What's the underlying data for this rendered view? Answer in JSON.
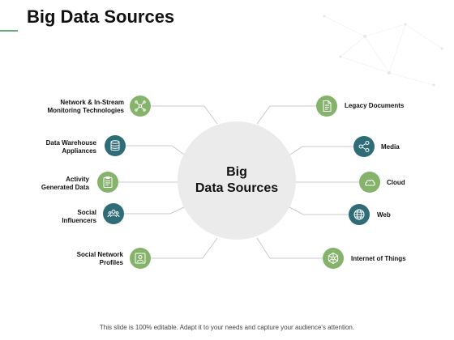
{
  "slide": {
    "title": "Big Data Sources",
    "footer": "This slide is 100% editable. Adapt it to your needs and capture your audience's attention."
  },
  "hub": {
    "label": "Big\nData Sources"
  },
  "left_items": [
    {
      "label": "Network & In-Stream\nMonitoring Technologies",
      "icon": "network-icon"
    },
    {
      "label": "Data Warehouse\nAppliances",
      "icon": "database-icon"
    },
    {
      "label": "Activity\nGenerated Data",
      "icon": "clipboard-icon"
    },
    {
      "label": "Social\nInfluencers",
      "icon": "people-icon"
    },
    {
      "label": "Social Network\nProfiles",
      "icon": "profile-icon"
    }
  ],
  "right_items": [
    {
      "label": "Legacy Documents",
      "icon": "document-icon"
    },
    {
      "label": "Media",
      "icon": "share-icon"
    },
    {
      "label": "Cloud",
      "icon": "cloud-icon"
    },
    {
      "label": "Web",
      "icon": "globe-icon"
    },
    {
      "label": "Internet of Things",
      "icon": "iot-icon"
    }
  ],
  "colors": {
    "green": "#86b36b",
    "teal": "#2e6c78",
    "accent_line": "#6aa77c",
    "connector": "#c8c8c8",
    "hub_fill": "#ebebeb"
  }
}
